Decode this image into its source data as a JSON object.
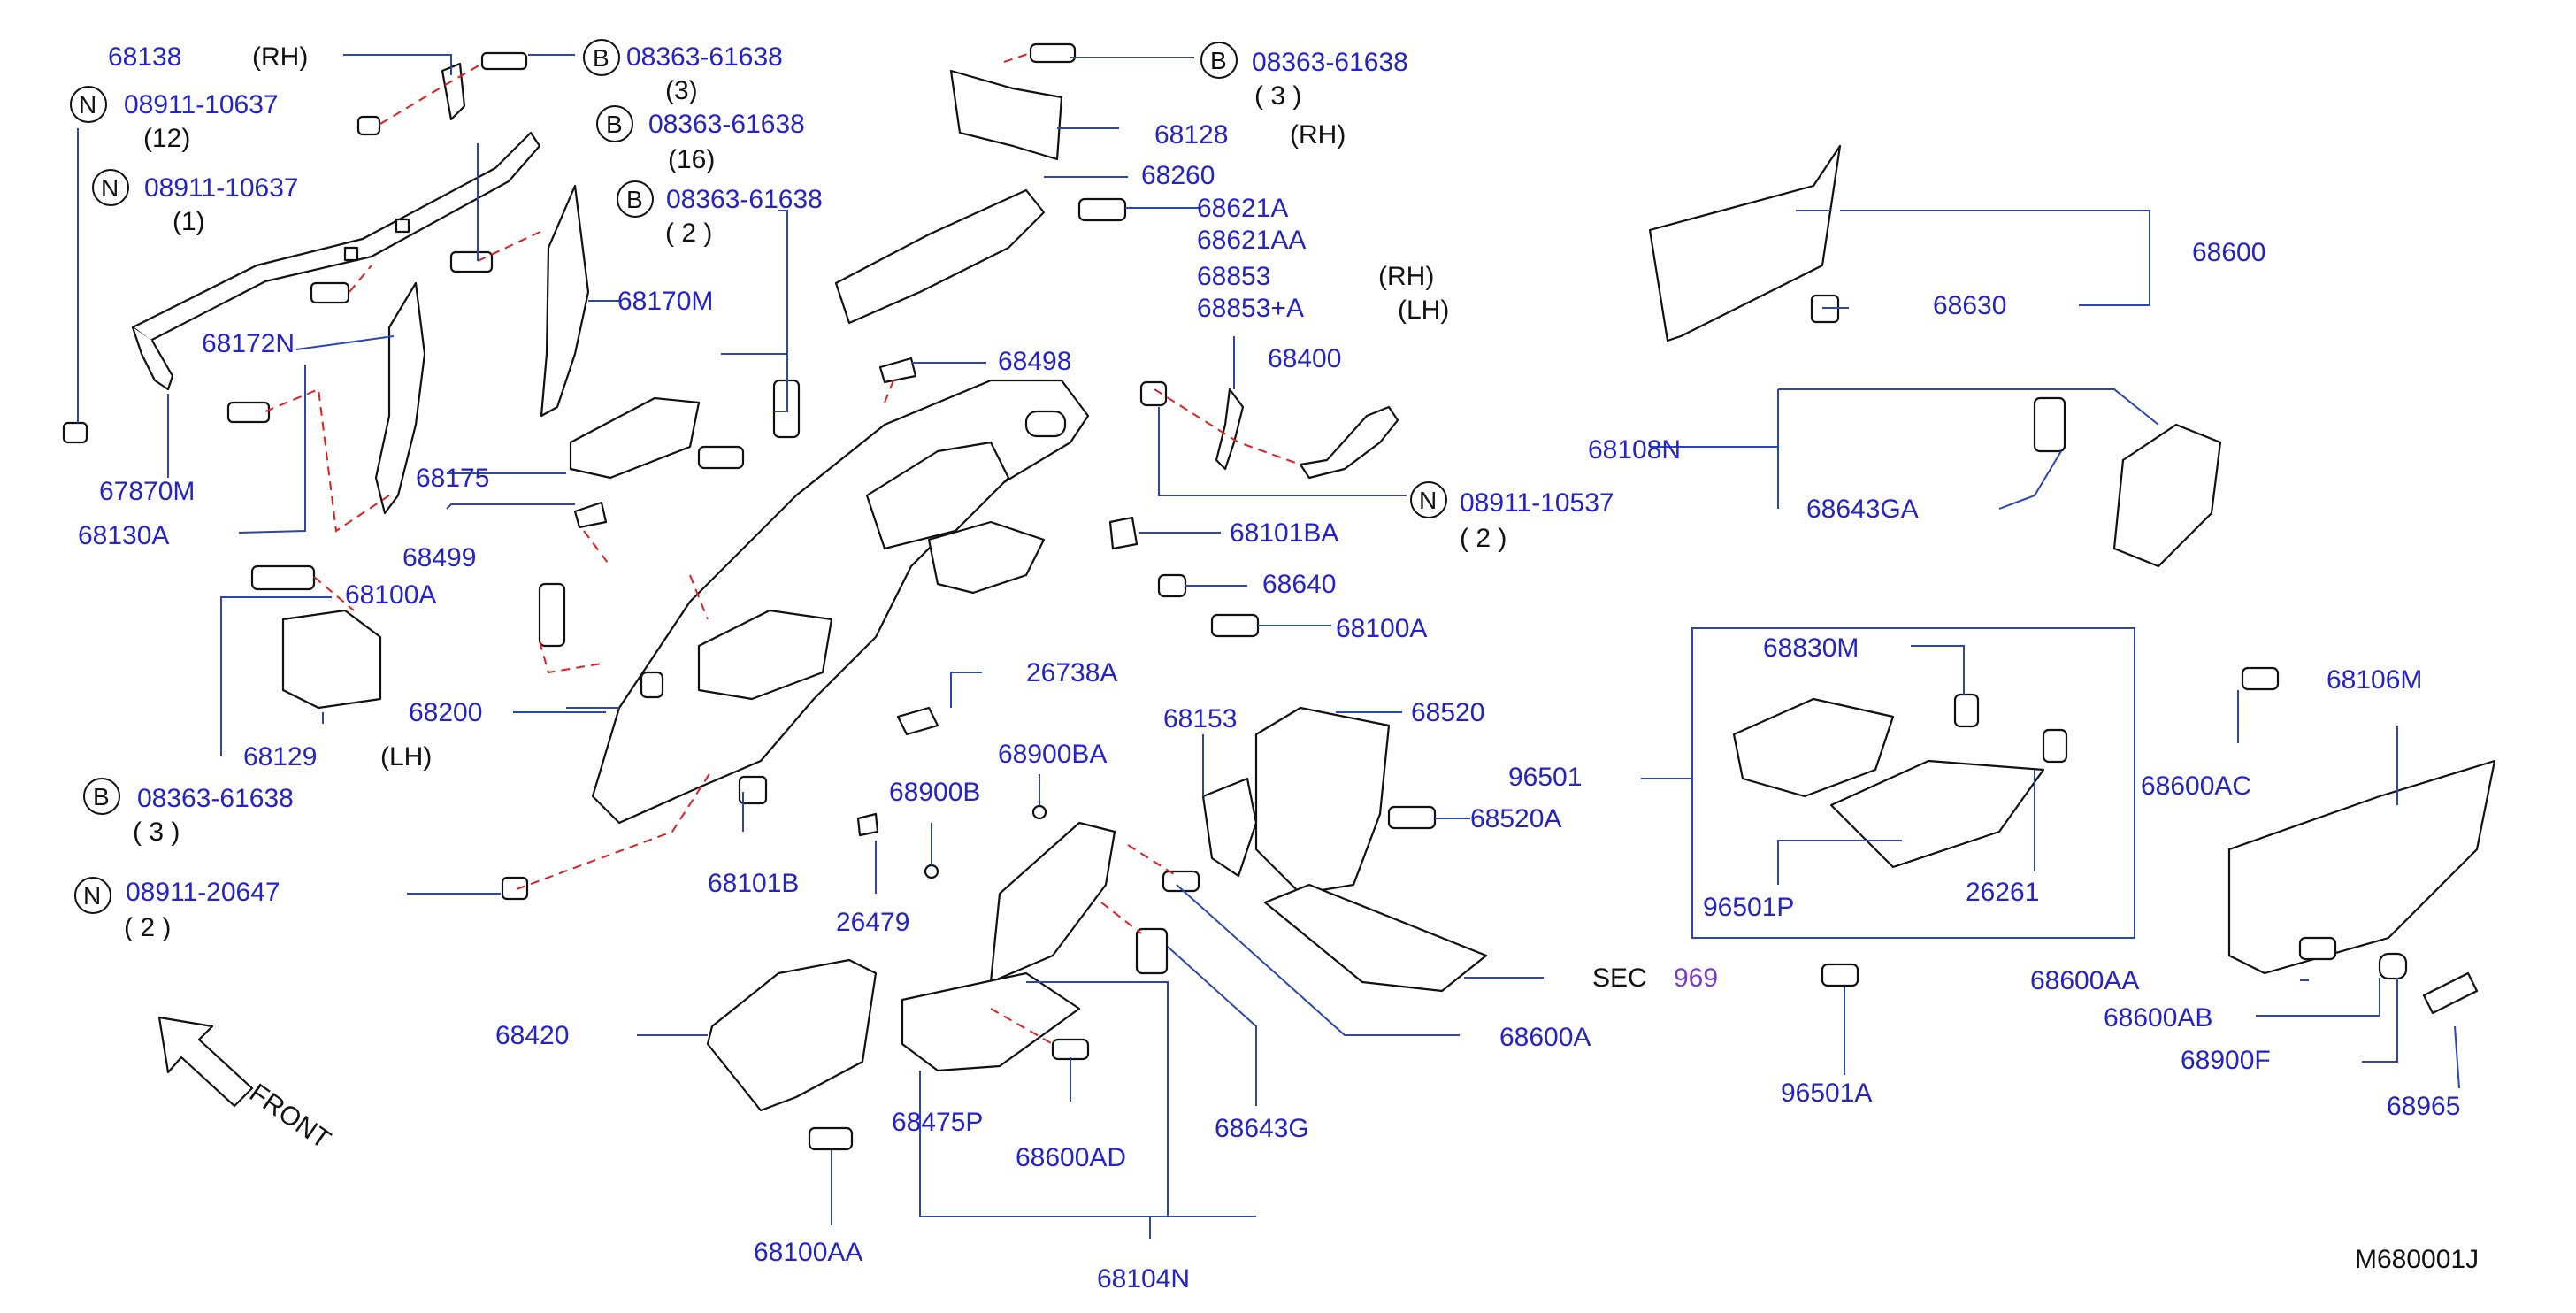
{
  "diagram": {
    "code": "M680001J",
    "front_label": "FRONT",
    "colors": {
      "part_number": "#2323c8",
      "leader": "#2a46b6",
      "dashed": "#e02020",
      "sec_ref": "#7a3cc8"
    },
    "labels": [
      {
        "id": "l1",
        "text": "68138",
        "kind": "part"
      },
      {
        "id": "l2",
        "text": "(RH)",
        "kind": "note"
      },
      {
        "id": "l3",
        "text": "08363-61638",
        "kind": "part"
      },
      {
        "id": "l4",
        "text": "(3)",
        "kind": "note"
      },
      {
        "id": "l5",
        "text": "08911-10637",
        "kind": "part"
      },
      {
        "id": "l6",
        "text": "(12)",
        "kind": "note"
      },
      {
        "id": "l7",
        "text": "08363-61638",
        "kind": "part"
      },
      {
        "id": "l8",
        "text": "(16)",
        "kind": "note"
      },
      {
        "id": "l9",
        "text": "08911-10637",
        "kind": "part"
      },
      {
        "id": "l10",
        "text": "(1)",
        "kind": "note"
      },
      {
        "id": "l11",
        "text": "08363-61638",
        "kind": "part"
      },
      {
        "id": "l12",
        "text": "( 2 )",
        "kind": "note"
      },
      {
        "id": "l13",
        "text": "08363-61638",
        "kind": "part"
      },
      {
        "id": "l14",
        "text": "( 3 )",
        "kind": "note"
      },
      {
        "id": "l15",
        "text": "68128",
        "kind": "part"
      },
      {
        "id": "l16",
        "text": "(RH)",
        "kind": "note"
      },
      {
        "id": "l17",
        "text": "68260",
        "kind": "part"
      },
      {
        "id": "l18",
        "text": "68621A",
        "kind": "part"
      },
      {
        "id": "l19",
        "text": "68621AA",
        "kind": "part"
      },
      {
        "id": "l20",
        "text": "68853",
        "kind": "part"
      },
      {
        "id": "l21",
        "text": "(RH)",
        "kind": "note"
      },
      {
        "id": "l22",
        "text": "68853+A",
        "kind": "part"
      },
      {
        "id": "l23",
        "text": "(LH)",
        "kind": "note"
      },
      {
        "id": "l24",
        "text": "68400",
        "kind": "part"
      },
      {
        "id": "l25",
        "text": "68600",
        "kind": "part"
      },
      {
        "id": "l26",
        "text": "68630",
        "kind": "part"
      },
      {
        "id": "l27",
        "text": "68108N",
        "kind": "part"
      },
      {
        "id": "l28",
        "text": "68643GA",
        "kind": "part"
      },
      {
        "id": "l29",
        "text": "68170M",
        "kind": "part"
      },
      {
        "id": "l30",
        "text": "68172N",
        "kind": "part"
      },
      {
        "id": "l31",
        "text": "68498",
        "kind": "part"
      },
      {
        "id": "l32",
        "text": "67870M",
        "kind": "part"
      },
      {
        "id": "l33",
        "text": "68175",
        "kind": "part"
      },
      {
        "id": "l34",
        "text": "68130A",
        "kind": "part"
      },
      {
        "id": "l35",
        "text": "68499",
        "kind": "part"
      },
      {
        "id": "l36",
        "text": "08911-10537",
        "kind": "part"
      },
      {
        "id": "l37",
        "text": "( 2 )",
        "kind": "note"
      },
      {
        "id": "l38",
        "text": "68101BA",
        "kind": "part"
      },
      {
        "id": "l39",
        "text": "68100A",
        "kind": "part"
      },
      {
        "id": "l40",
        "text": "68640",
        "kind": "part"
      },
      {
        "id": "l41",
        "text": "68100A",
        "kind": "part"
      },
      {
        "id": "l42",
        "text": "68830M",
        "kind": "part"
      },
      {
        "id": "l43",
        "text": "26738A",
        "kind": "part"
      },
      {
        "id": "l44",
        "text": "68200",
        "kind": "part"
      },
      {
        "id": "l45",
        "text": "68153",
        "kind": "part"
      },
      {
        "id": "l46",
        "text": "68520",
        "kind": "part"
      },
      {
        "id": "l47",
        "text": "68106M",
        "kind": "part"
      },
      {
        "id": "l48",
        "text": "68129",
        "kind": "part"
      },
      {
        "id": "l49",
        "text": "(LH)",
        "kind": "note"
      },
      {
        "id": "l50",
        "text": "68900BA",
        "kind": "part"
      },
      {
        "id": "l51",
        "text": "96501",
        "kind": "part"
      },
      {
        "id": "l52",
        "text": "68600AC",
        "kind": "part"
      },
      {
        "id": "l53",
        "text": "08363-61638",
        "kind": "part"
      },
      {
        "id": "l54",
        "text": "( 3 )",
        "kind": "note"
      },
      {
        "id": "l55",
        "text": "68900B",
        "kind": "part"
      },
      {
        "id": "l56",
        "text": "68520A",
        "kind": "part"
      },
      {
        "id": "l57",
        "text": "68101B",
        "kind": "part"
      },
      {
        "id": "l58",
        "text": "96501P",
        "kind": "part"
      },
      {
        "id": "l59",
        "text": "26261",
        "kind": "part"
      },
      {
        "id": "l60",
        "text": "08911-20647",
        "kind": "part"
      },
      {
        "id": "l61",
        "text": "( 2 )",
        "kind": "note"
      },
      {
        "id": "l62",
        "text": "26479",
        "kind": "part"
      },
      {
        "id": "l63",
        "text": "SEC",
        "kind": "note"
      },
      {
        "id": "l64",
        "text": "969",
        "kind": "sec"
      },
      {
        "id": "l65",
        "text": "68600AA",
        "kind": "part"
      },
      {
        "id": "l66",
        "text": "68600AB",
        "kind": "part"
      },
      {
        "id": "l67",
        "text": "68420",
        "kind": "part"
      },
      {
        "id": "l68",
        "text": "68600A",
        "kind": "part"
      },
      {
        "id": "l69",
        "text": "68900F",
        "kind": "part"
      },
      {
        "id": "l70",
        "text": "96501A",
        "kind": "part"
      },
      {
        "id": "l71",
        "text": "68965",
        "kind": "part"
      },
      {
        "id": "l72",
        "text": "68475P",
        "kind": "part"
      },
      {
        "id": "l73",
        "text": "68643G",
        "kind": "part"
      },
      {
        "id": "l74",
        "text": "68600AD",
        "kind": "part"
      },
      {
        "id": "l75",
        "text": "68100AA",
        "kind": "part"
      },
      {
        "id": "l76",
        "text": "68104N",
        "kind": "part"
      }
    ],
    "markers": [
      {
        "id": "m1",
        "letter": "B"
      },
      {
        "id": "m2",
        "letter": "N"
      },
      {
        "id": "m3",
        "letter": "B"
      },
      {
        "id": "m4",
        "letter": "N"
      },
      {
        "id": "m5",
        "letter": "B"
      },
      {
        "id": "m6",
        "letter": "B"
      },
      {
        "id": "m7",
        "letter": "N"
      },
      {
        "id": "m8",
        "letter": "B"
      },
      {
        "id": "m9",
        "letter": "N"
      }
    ]
  }
}
